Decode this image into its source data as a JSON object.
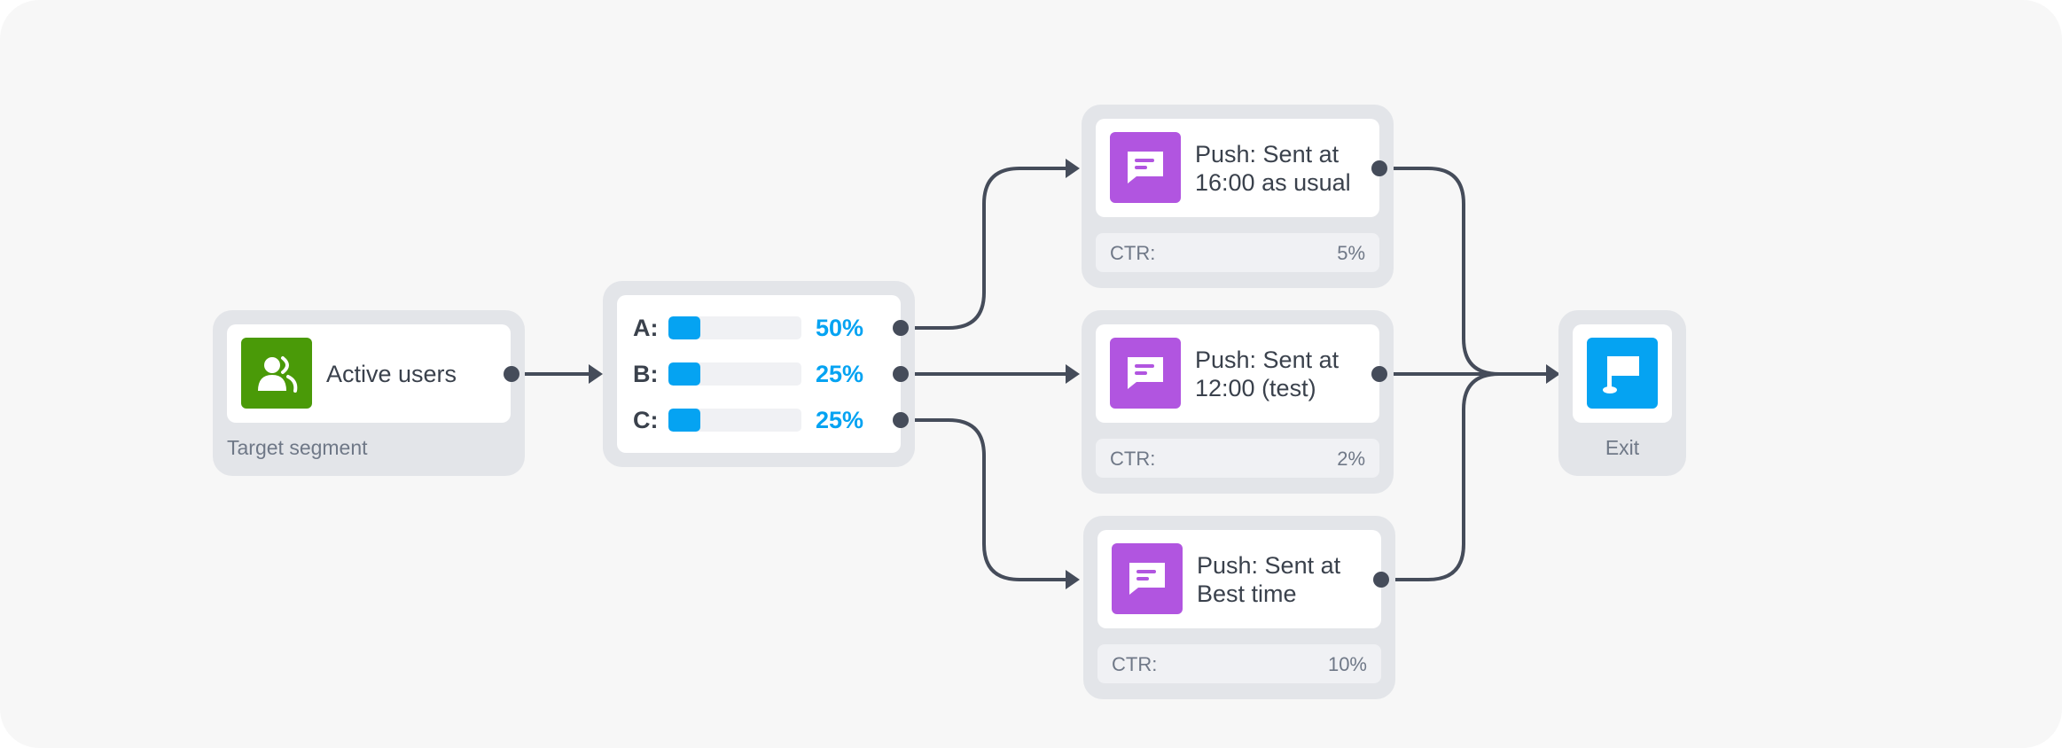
{
  "colors": {
    "segment_icon_bg": "#4a9a08",
    "push_icon_bg": "#b155e0",
    "exit_icon_bg": "#05a3f2",
    "split_accent": "#05a3f2",
    "connector": "#454c5a"
  },
  "segment": {
    "icon": "users-icon",
    "title": "Active users",
    "caption": "Target segment"
  },
  "split": {
    "rows": [
      {
        "letter": "A:",
        "percent": "50%"
      },
      {
        "letter": "B:",
        "percent": "25%"
      },
      {
        "letter": "C:",
        "percent": "25%"
      }
    ]
  },
  "pushes": [
    {
      "icon": "message-icon",
      "title": "Push: Sent at\n16:00 as usual",
      "metric_label": "CTR:",
      "metric_value": "5%"
    },
    {
      "icon": "message-icon",
      "title": "Push: Sent at\n12:00 (test)",
      "metric_label": "CTR:",
      "metric_value": "2%"
    },
    {
      "icon": "message-icon",
      "title": "Push: Sent at\nBest time",
      "metric_label": "CTR:",
      "metric_value": "10%"
    }
  ],
  "exit": {
    "icon": "flag-icon",
    "caption": "Exit"
  }
}
